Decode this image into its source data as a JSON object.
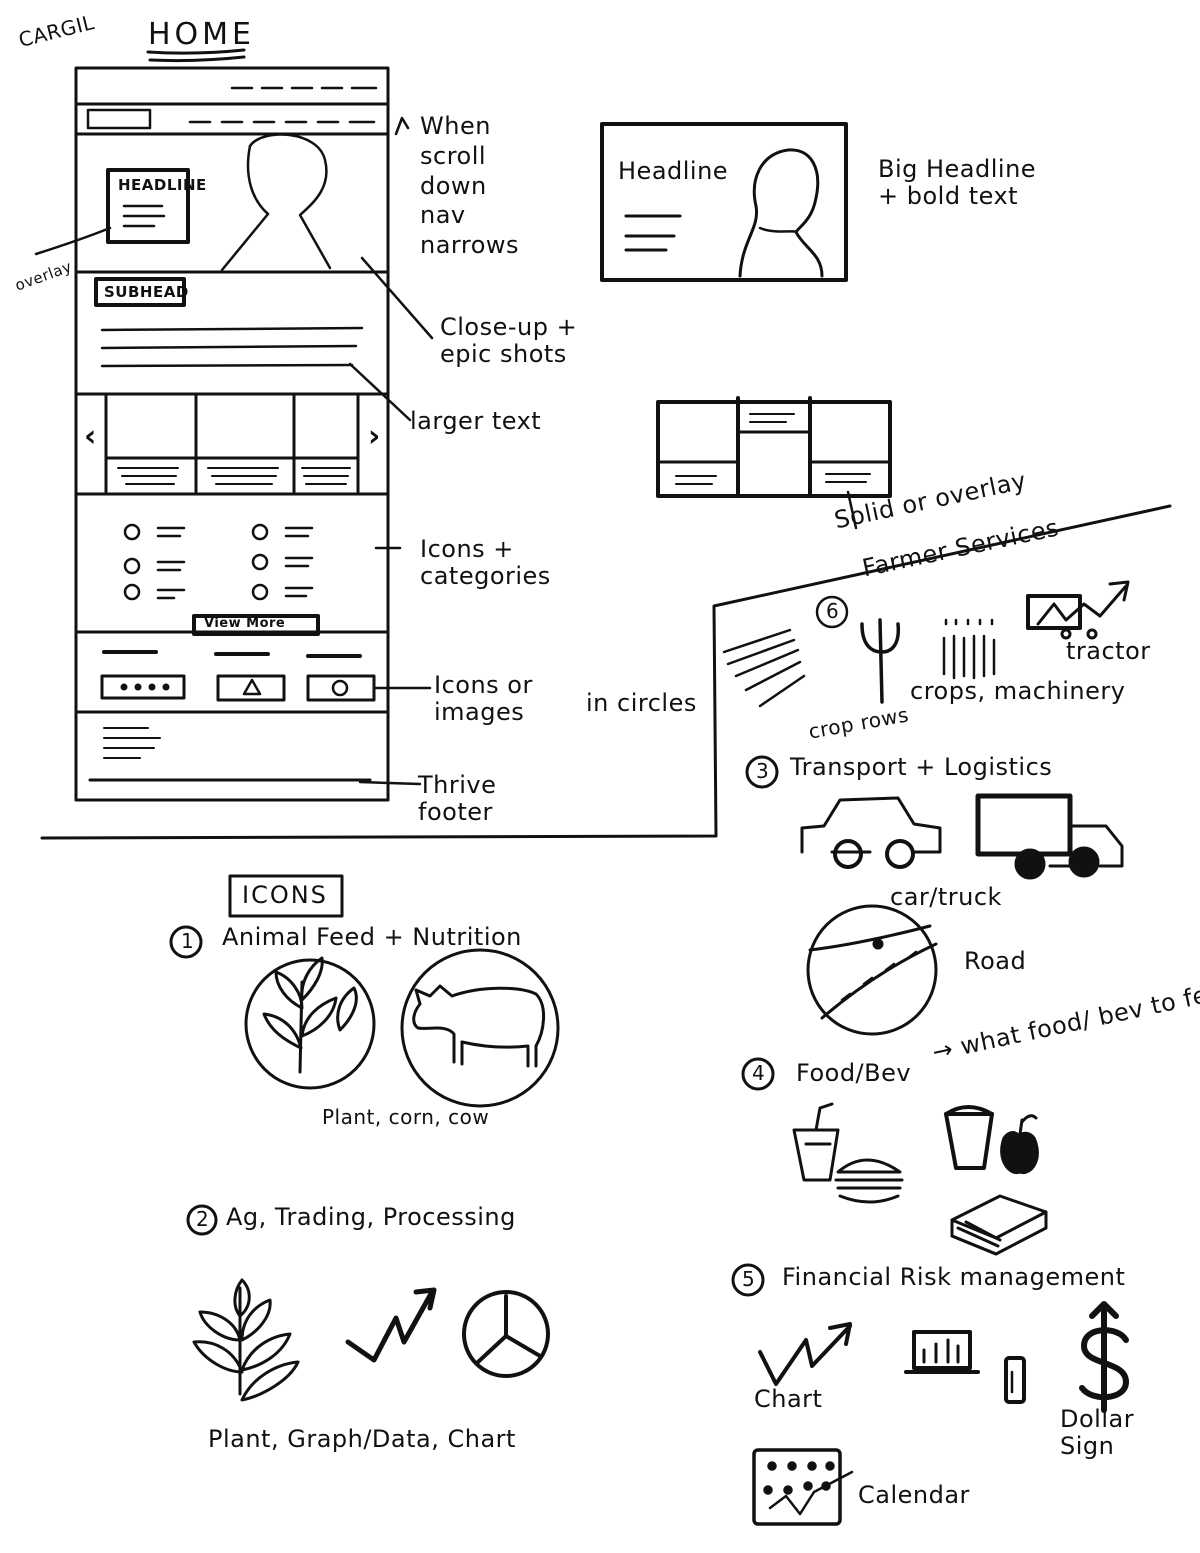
{
  "page": {
    "corner_note": "CARGIL",
    "title": "HOME"
  },
  "wireframe": {
    "headline_box": "HEADLINE",
    "overlay_label": "overlay",
    "subhead_box": "SUBHEAD",
    "view_more_button": "View More",
    "carousel_prev": "‹",
    "carousel_next": "›"
  },
  "annotations": {
    "nav": [
      "When",
      "scroll",
      "down",
      "nav",
      "narrows"
    ],
    "closeup": [
      "Close-up +",
      "epic shots"
    ],
    "larger_text": "larger text",
    "icons_categories": [
      "Icons +",
      "categories"
    ],
    "icons_images": [
      "Icons or",
      "images"
    ],
    "in_circles": "in circles",
    "footer": [
      "Thrive",
      "footer"
    ]
  },
  "hero_alt": {
    "headline": "Headline",
    "caption": [
      "Big Headline",
      "+ bold text"
    ]
  },
  "grid_alt": {
    "caption": "Solid or overlay"
  },
  "icons_section": {
    "title": "ICONS",
    "groups": [
      {
        "number": "1",
        "title": "Animal Feed + Nutrition",
        "icons": [
          "plant-icon",
          "cow-icon"
        ],
        "caption": "Plant, corn, cow"
      },
      {
        "number": "2",
        "title": "Ag, Trading, Processing",
        "icons": [
          "plant-icon",
          "trend-graph-icon",
          "pie-chart-icon"
        ],
        "caption": "Plant, Graph/Data, Chart"
      },
      {
        "number": "3",
        "title": "Transport + Logistics",
        "icons": [
          "car-icon",
          "truck-icon",
          "road-icon"
        ],
        "captions": [
          "car/truck",
          "Road"
        ]
      },
      {
        "number": "4",
        "title": "Food/Bev",
        "note": "→ what food/ bev to feature?",
        "icons": [
          "drink-cup-icon",
          "burger-icon",
          "coffee-cup-icon",
          "apple-icon",
          "books-icon"
        ]
      },
      {
        "number": "5",
        "title": "Financial Risk management",
        "icons": [
          "chart-icon",
          "laptop-icon",
          "phone-icon",
          "dollar-sign-icon",
          "calendar-icon"
        ],
        "captions": [
          "Chart",
          "Dollar Sign",
          "Calendar"
        ]
      },
      {
        "number": "6",
        "title": "Farmer Services",
        "icons": [
          "crop-rows-icon",
          "pitchfork-icon",
          "crops-icon",
          "tractor-icon"
        ],
        "captions": [
          "crop rows",
          "crops, machinery",
          "tractor"
        ]
      }
    ]
  }
}
